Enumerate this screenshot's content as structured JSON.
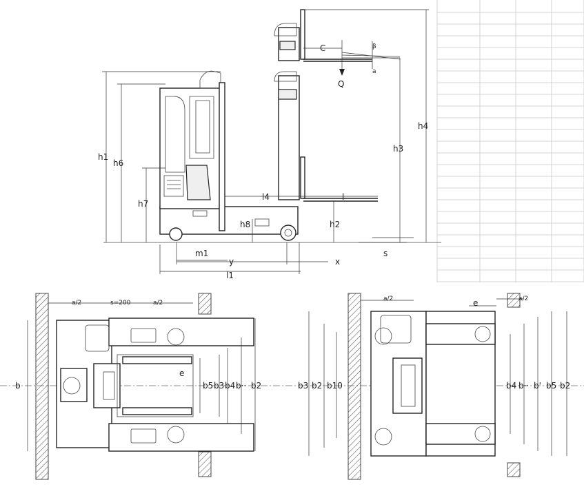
{
  "side_view": {
    "labels": {
      "h1": "h1",
      "h6": "h6",
      "h7": "h7",
      "h8": "h8",
      "h2": "h2",
      "h3": "h3",
      "h4": "h4",
      "l4": "l4",
      "l": "l",
      "m1": "m1",
      "y": "y",
      "x": "x",
      "l1": "l1",
      "s": "s",
      "C": "C",
      "Q": "Q",
      "beta": "β",
      "alpha": "a"
    }
  },
  "top_view_left": {
    "labels": {
      "a2_left": "a/2",
      "s200": "s=200",
      "a2_right": "a/2",
      "e": "e",
      "b_left": "b",
      "b5": "b5",
      "b3": "b3",
      "b4": "b4",
      "b_dots": "b··",
      "b2": "b2"
    }
  },
  "top_view_right": {
    "labels": {
      "a2_left": "a/2",
      "e": "e",
      "a2_right": "a/2",
      "b3": "b3",
      "b2": "b2",
      "b10": "b10",
      "b4": "b4",
      "b_dots": "b··",
      "b_prime": "b'",
      "b5": "b5",
      "b2_right": "b2"
    }
  }
}
